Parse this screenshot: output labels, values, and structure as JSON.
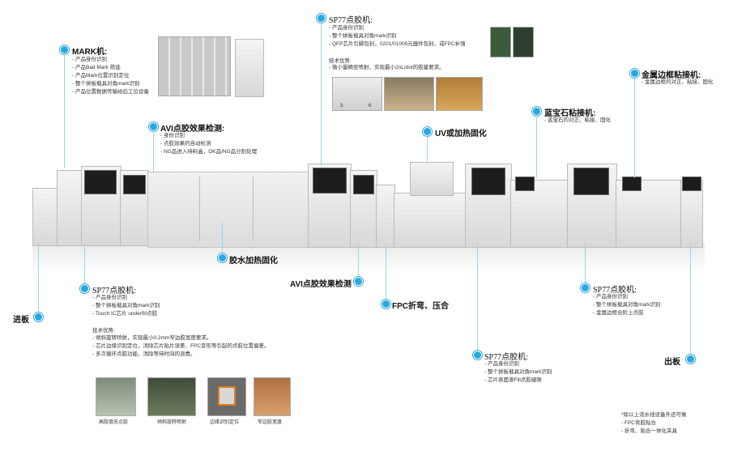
{
  "mark": {
    "title": "MARK机:",
    "items": [
      "产品身份识别",
      "产品Bad Mark 筛选",
      "产品Mark位置识别定位",
      "整个拼板载具对角mark识别",
      "产品位置数据传输给后工位设备"
    ]
  },
  "avi_top": {
    "title": "AVI点胶效果检测:",
    "items": [
      "身份识别",
      "点胶效果的自动检测",
      "NG品进入待料盒，OK品/NG品分别处理"
    ]
  },
  "sp77_top": {
    "title": "SP77点胶机:",
    "items": [
      "产品身份识别",
      "整个拼板载具对角mark识别",
      "QFP芯片引脚包封，0201/01005元器件包封，或FPC补强"
    ],
    "adv_title": "技术优势:",
    "adv_items": [
      "微小量精密喷射，实现最小2nL/dot的胶量要求。"
    ]
  },
  "uv": {
    "title": "UV或加热固化"
  },
  "metal": {
    "title": "金属边框粘接机:",
    "items": [
      "金属边框的对正、粘接、固化"
    ]
  },
  "sapphire": {
    "title": "蓝宝石粘接机:",
    "items": [
      "蓝宝石的对正、粘接、固化"
    ]
  },
  "glue_cure": {
    "title": "胶水加热固化"
  },
  "avi_bottom": {
    "title": "AVI点胶效果检测"
  },
  "fpc": {
    "title": "FPC折弯、压合"
  },
  "sp77_left": {
    "title": "SP77点胶机:",
    "items": [
      "产品身份识别",
      "整个拼板载具对角mark识别",
      "Touch IC芯片 underfill点胶"
    ],
    "adv_title": "技术优势:",
    "adv_items": [
      "倾斜旋转喷射，实现最小0.2mm窄边胶宽度要求。",
      "芯片边缘识别定位，消除芯片贴片误差、FPC变形等引起的点胶位置偏差。",
      "多次循环点胶功能，消除等待时间的浪费。"
    ]
  },
  "sp77_mid": {
    "title": "SP77点胶机:",
    "items": [
      "产品身份识别",
      "整个拼板载具对角mark识别",
      "芯片表面滚Fill点胶缝隙"
    ]
  },
  "sp77_right": {
    "title": "SP77点胶机:",
    "items": [
      "产品身份识别",
      "整个拼板载具对角mark识别",
      "金属边框合阶上点胶"
    ]
  },
  "loading": {
    "title": "进板"
  },
  "unloading": {
    "title": "出板"
  },
  "bottom_photos": [
    {
      "caption": "高胶填充点胶"
    },
    {
      "caption": "倾斜旋转喷射"
    },
    {
      "caption": "边缘识别定位"
    },
    {
      "caption": "窄边胶宽度"
    }
  ],
  "sp77_top_photos": [
    {
      "caption": "3"
    },
    {
      "caption": "6"
    }
  ],
  "note": {
    "title": "*除以上流水线设备外还可做",
    "items": [
      "FPC背胶贴合",
      "折弯、贴合一体化夹具"
    ]
  },
  "colors": {
    "accent": "#29a8e0",
    "line": "#9fd3ec"
  }
}
